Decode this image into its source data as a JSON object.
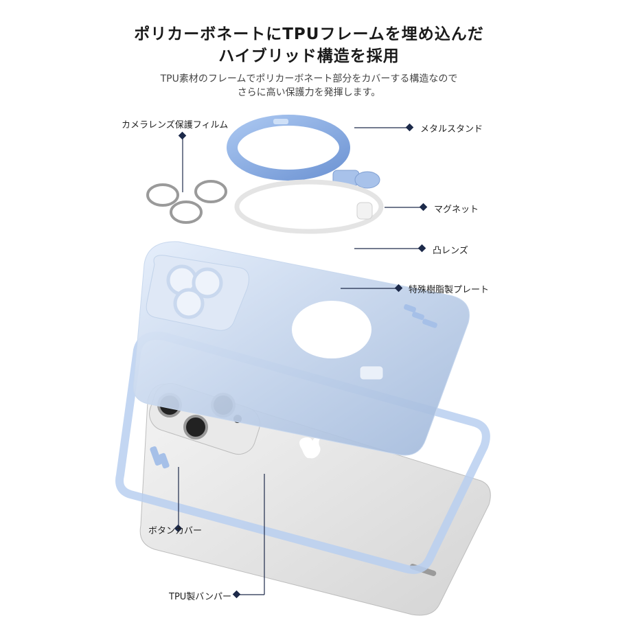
{
  "heading": {
    "line1": "ポリカーボネートにTPUフレームを埋め込んだ",
    "line2": "ハイブリッド構造を採用"
  },
  "description": {
    "line1": "TPU素材のフレームでポリカーボネート部分をカバーする構造なので",
    "line2": "さらに高い保護力を発揮します。"
  },
  "labels": {
    "camera_film": "カメラレンズ保護フィルム",
    "metal_stand": "メタルスタンド",
    "magnet": "マグネット",
    "convex_lens": "凸レンズ",
    "special_plate": "特殊樹脂製プレート",
    "button_cover": "ボタンカバー",
    "tpu_bumper": "TPU製バンパー"
  },
  "colors": {
    "accent_blue": "#8fb3e6",
    "case_blue": "#c9daf2",
    "leader_navy": "#1d2a4a"
  }
}
